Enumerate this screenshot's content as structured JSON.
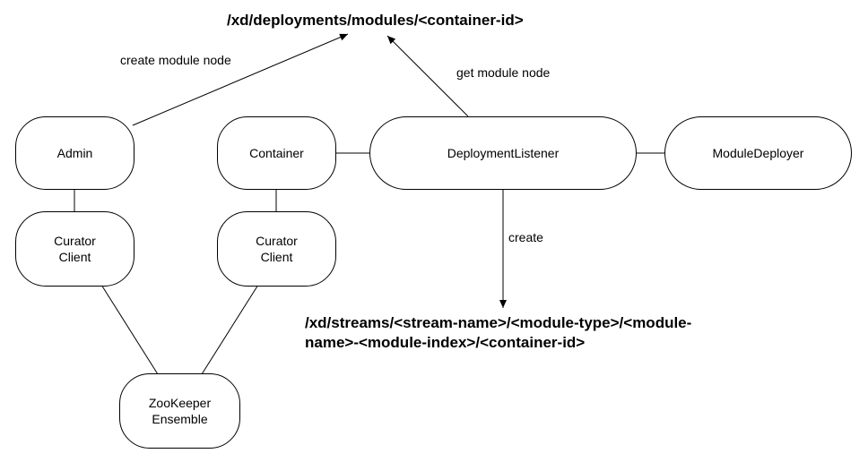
{
  "nodes": {
    "admin": "Admin",
    "container": "Container",
    "deployment_listener": "DeploymentListener",
    "module_deployer": "ModuleDeployer",
    "curator_client_admin": "Curator\nClient",
    "curator_client_container": "Curator\nClient",
    "zookeeper_ensemble": "ZooKeeper\nEnsemble"
  },
  "paths": {
    "deployments": "/xd/deployments/modules/<container-id>",
    "streams_line1": "/xd/streams/<stream-name>/<module-type>/<module-",
    "streams_line2": "name>-<module-index>/<container-id>"
  },
  "edge_labels": {
    "create_module_node": "create module node",
    "get_module_node": "get module node",
    "create": "create"
  }
}
